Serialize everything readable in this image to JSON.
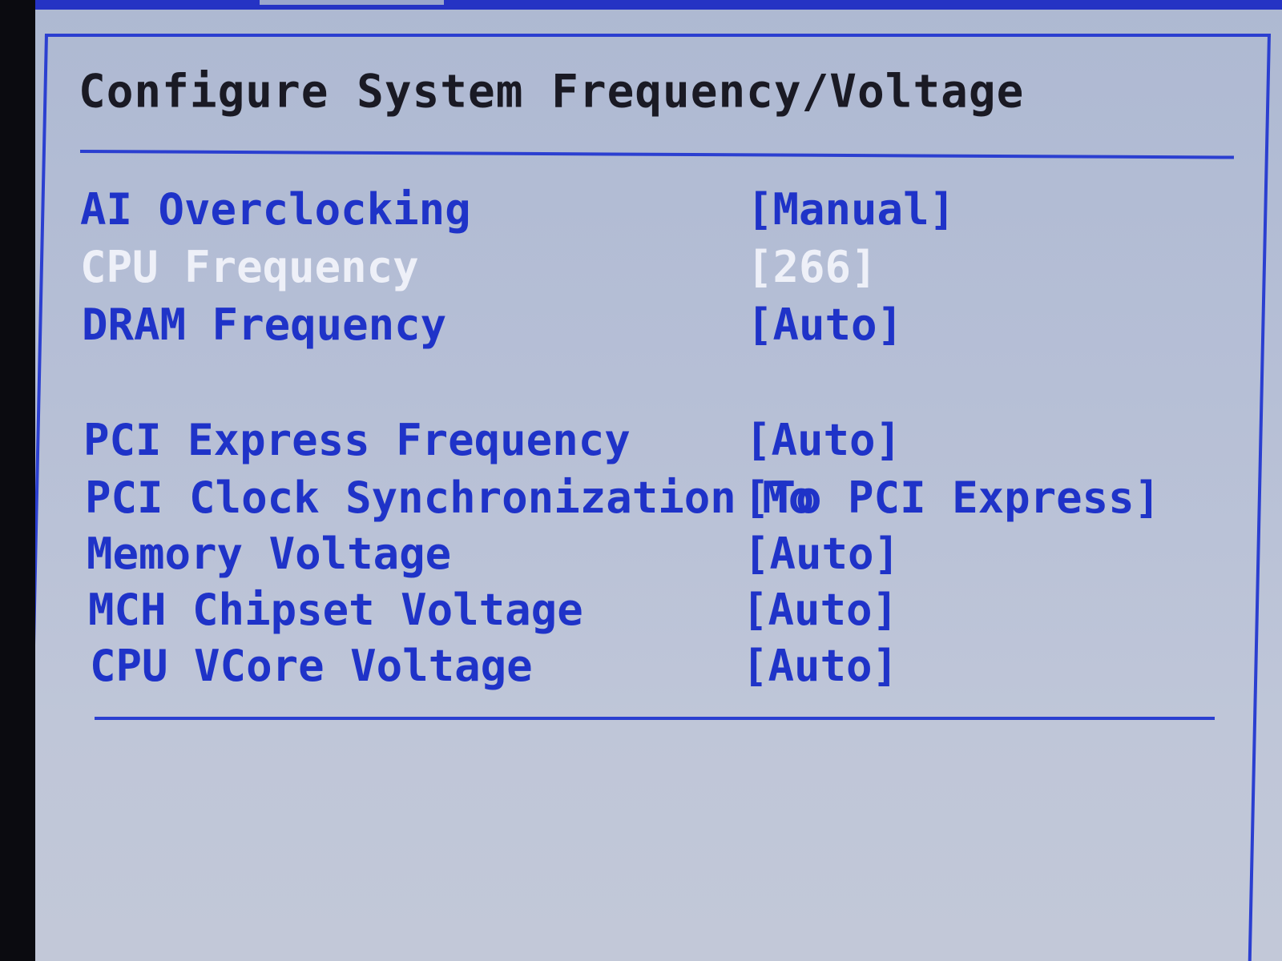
{
  "page": {
    "title": "Configure System Frequency/Voltage"
  },
  "settings": [
    {
      "label": "AI Overclocking",
      "value": "[Manual]"
    },
    {
      "label": "CPU Frequency",
      "value": "[266]",
      "selected": true
    },
    {
      "label": "DRAM Frequency",
      "value": "[Auto]"
    },
    {
      "label": "PCI Express Frequency",
      "value": "[Auto]"
    },
    {
      "label": "PCI Clock Synchronization Mo",
      "value": "[To PCI Express]"
    },
    {
      "label": "Memory Voltage",
      "value": "[Auto]"
    },
    {
      "label": "MCH Chipset Voltage",
      "value": "[Auto]"
    },
    {
      "label": "CPU VCore Voltage",
      "value": "[Auto]"
    }
  ],
  "colors": {
    "accent": "#1f33c8",
    "selected_text": "#eef0f8",
    "title_text": "#1a1a24",
    "background": "#b6bfd6"
  }
}
